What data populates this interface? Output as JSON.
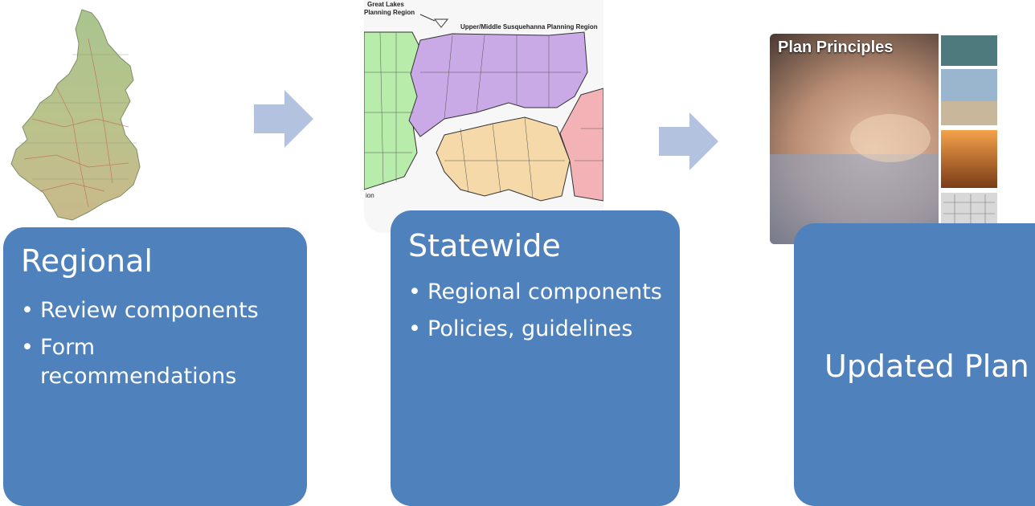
{
  "stages": [
    {
      "title": "Regional",
      "bullets": [
        "Review components",
        "Form recommendations"
      ]
    },
    {
      "title": "Statewide",
      "bullets": [
        "Regional components",
        "Policies, guidelines"
      ]
    },
    {
      "title": "Updated Plan",
      "bullets": []
    }
  ],
  "statewide_map": {
    "label_great_lakes_line1": "Great Lakes",
    "label_great_lakes_line2": "Planning Region",
    "label_upper_middle": "Upper/Middle Susquehanna Planning Region",
    "label_partial": "ion"
  },
  "plan_cover": {
    "title": "Plan Principles"
  },
  "colors": {
    "box": "#4f81bd",
    "arrow": "#b3c3df",
    "map_purple": "#c9a9e6",
    "map_green": "#b7ecab",
    "map_tan": "#f6d9a8",
    "map_pink": "#f3b3b6"
  },
  "icons": {
    "arrow": "right-arrow-icon"
  }
}
